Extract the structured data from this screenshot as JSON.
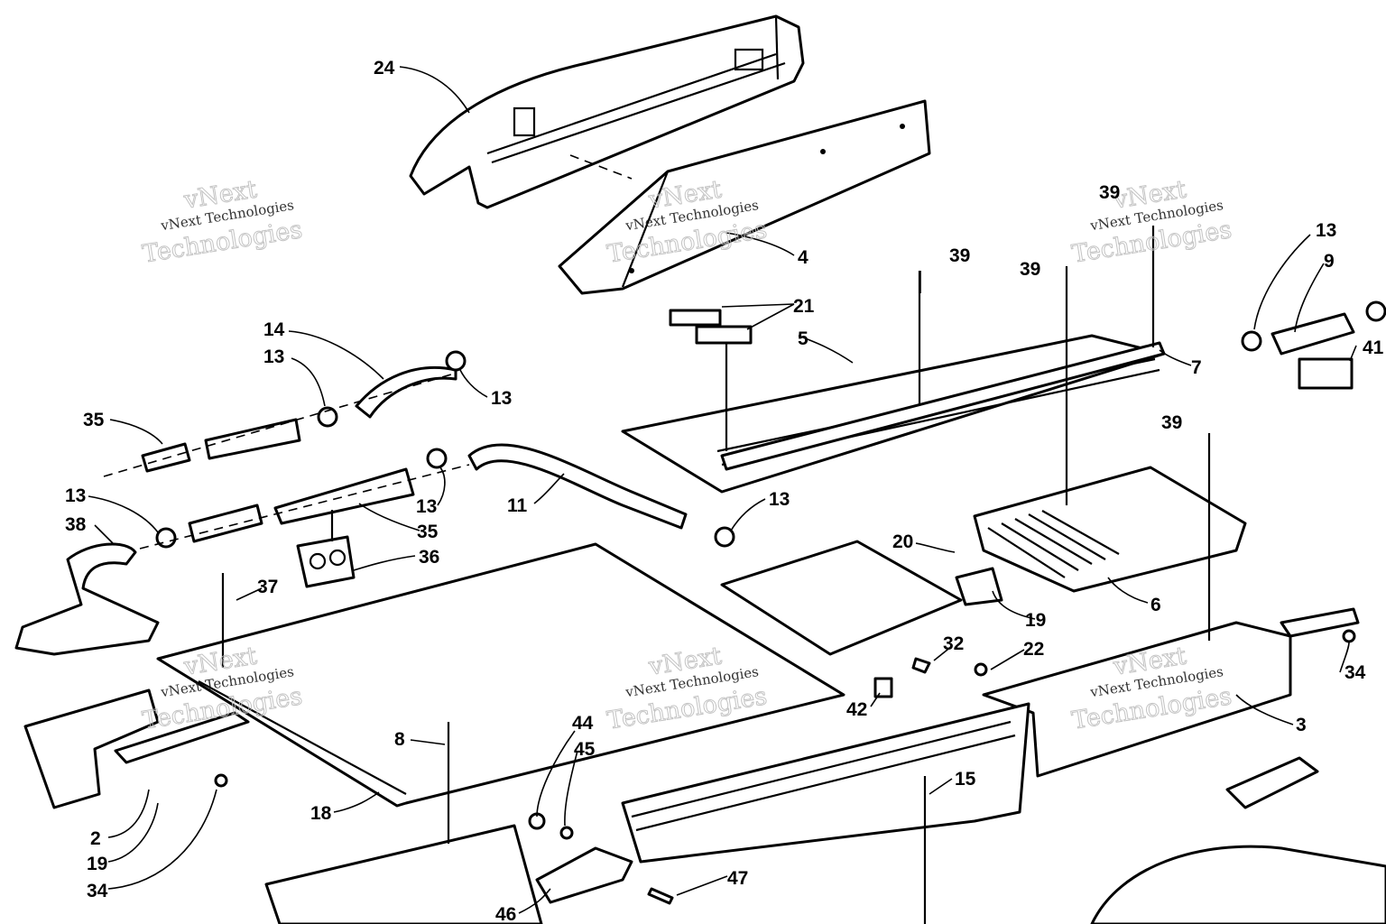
{
  "watermark": {
    "brand_line1": "vNext",
    "brand_line2": "Technologies",
    "brand_full": "vNext Technologies"
  },
  "callouts": {
    "c24": "24",
    "c4": "4",
    "c21": "21",
    "c5": "5",
    "c39a": "39",
    "c39b": "39",
    "c39c": "39",
    "c39d": "39",
    "c7": "7",
    "c13a": "13",
    "c9": "9",
    "c41": "41",
    "c14": "14",
    "c13b": "13",
    "c13c": "13",
    "c35a": "35",
    "c13d": "13",
    "c13e": "13",
    "c35b": "35",
    "c11": "11",
    "c13f": "13",
    "c38": "38",
    "c36": "36",
    "c37": "37",
    "c20": "20",
    "c6": "6",
    "c19a": "19",
    "c32": "32",
    "c22": "22",
    "c42": "42",
    "c34a": "34",
    "c3": "3",
    "c8": "8",
    "c44": "44",
    "c45": "45",
    "c15": "15",
    "c18": "18",
    "c2": "2",
    "c19b": "19",
    "c34b": "34",
    "c47": "47",
    "c46": "46"
  }
}
